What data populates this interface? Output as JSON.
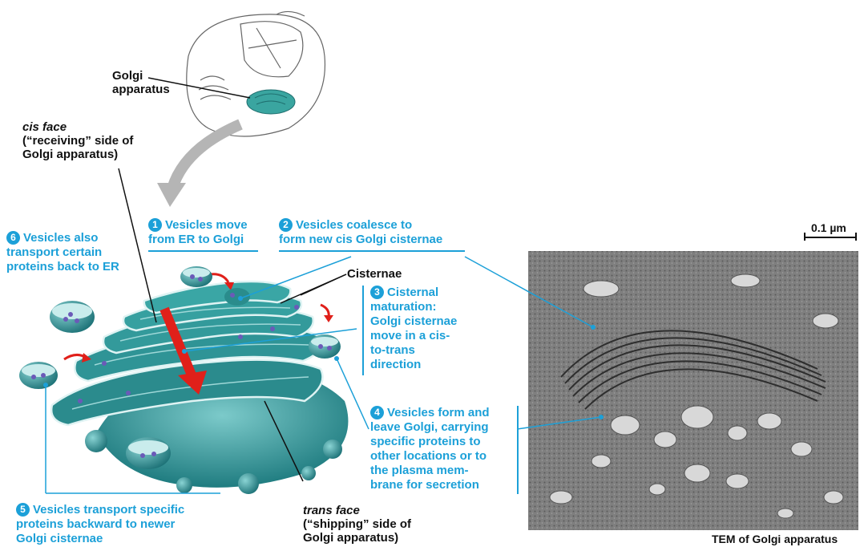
{
  "labels": {
    "golgi_apparatus": [
      "Golgi",
      "apparatus"
    ],
    "cis_face": [
      "cis face",
      "(“receiving” side of",
      "Golgi apparatus)"
    ],
    "cisternae": "Cisternae",
    "trans_face": [
      "trans face",
      "(“shipping” side of",
      "Golgi apparatus)"
    ],
    "scale_bar": "0.1 µm",
    "tem_caption": "TEM of Golgi apparatus"
  },
  "steps": [
    {
      "number": "1",
      "lines": [
        "Vesicles move",
        "from ER to Golgi"
      ]
    },
    {
      "number": "2",
      "lines": [
        "Vesicles coalesce to",
        "form new cis Golgi cisternae"
      ]
    },
    {
      "number": "3",
      "lines": [
        "Cisternal",
        "maturation:",
        "Golgi cisternae",
        "move in a cis-",
        "to-trans",
        "direction"
      ]
    },
    {
      "number": "4",
      "lines": [
        "Vesicles form and",
        "leave Golgi, carrying",
        "specific proteins to",
        "other locations or to",
        "the plasma mem-",
        "brane for secretion"
      ]
    },
    {
      "number": "5",
      "lines": [
        "Vesicles transport specific",
        "proteins backward to newer",
        "Golgi cisternae"
      ]
    },
    {
      "number": "6",
      "lines": [
        "Vesicles also",
        "transport certain",
        "proteins back to ER"
      ]
    }
  ],
  "colors": {
    "accent": "#1ca0d8",
    "golgi": "#2a8c8c",
    "golgi_light": "#7ccaca",
    "arrow_red": "#e0201a",
    "vesicle_dot": "#6b5ab8"
  }
}
